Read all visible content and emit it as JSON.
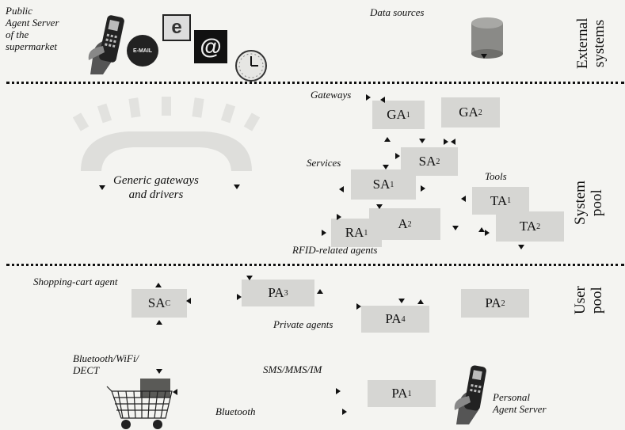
{
  "top": {
    "public_agent_server": "Public\nAgent Server\nof the\nsupermarket",
    "data_sources": "Data sources",
    "email_label": "E-MAIL",
    "e_label": "e",
    "at_label": "@"
  },
  "zones": {
    "external": "External\nsystems",
    "system": "System\npool",
    "user": "User\npool"
  },
  "system_pool": {
    "gateways": "Gateways",
    "services": "Services",
    "tools": "Tools",
    "rfid": "RFID-related agents",
    "generic": "Generic gateways\nand drivers"
  },
  "boxes": {
    "GA1": {
      "main": "GA",
      "sub": "1"
    },
    "GA2": {
      "main": "GA",
      "sub": "2"
    },
    "SA2": {
      "main": "SA",
      "sub": "2"
    },
    "SA1": {
      "main": "SA",
      "sub": "1"
    },
    "TA1": {
      "main": "TA",
      "sub": "1"
    },
    "TA2": {
      "main": "TA",
      "sub": "2"
    },
    "RA1": {
      "main": "RA",
      "sub": "1"
    },
    "RA2": {
      "main": "A",
      "sub": "2"
    },
    "SAC": {
      "main": "SA",
      "sub": "C"
    },
    "PA3": {
      "main": "PA",
      "sub": "3"
    },
    "PA4": {
      "main": "PA",
      "sub": "4"
    },
    "PA2": {
      "main": "PA",
      "sub": "2"
    },
    "PA1": {
      "main": "PA",
      "sub": "1"
    }
  },
  "user_pool": {
    "shopping_cart": "Shopping-cart agent",
    "private_agents": "Private agents"
  },
  "bottom": {
    "bluetooth_wifi": "Bluetooth/WiFi/\nDECT",
    "sms": "SMS/MMS/IM",
    "bluetooth": "Bluetooth",
    "personal_agent_server": "Personal\nAgent Server"
  }
}
